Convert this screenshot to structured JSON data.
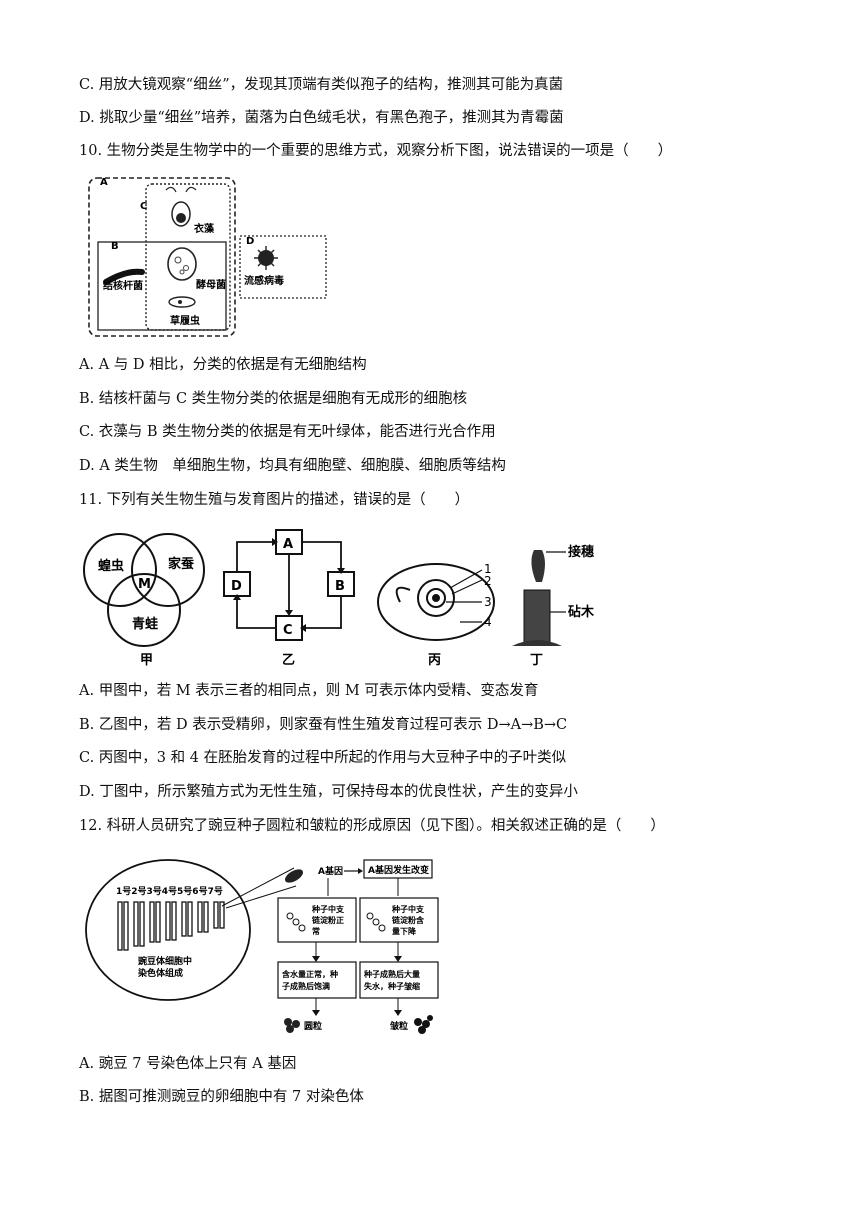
{
  "q9": {
    "option_c": "C. 用放大镜观察“细丝”，发现其顶端有类似孢子的结构，推测其可能为真菌",
    "option_d": "D. 挑取少量“细丝”培养，菌落为白色绒毛状，有黑色孢子，推测其为青霉菌"
  },
  "q10": {
    "stem": "10. 生物分类是生物学中的一个重要的思维方式，观察分析下图，说法错误的一项是（　　）",
    "figure": {
      "label_a": "A",
      "label_b": "B",
      "label_c": "C",
      "label_d": "D",
      "yizao": "衣藻",
      "jiemujun": "酵母菌",
      "jiehe": "结核杆菌",
      "caolvchong": "草履虫",
      "bingdu": "流感病毒"
    },
    "options": [
      "A. A 与 D 相比，分类的依据是有无细胞结构",
      "B.  结核杆菌与 C 类生物分类的依据是细胞有无成形的细胞核",
      "C.  衣藻与 B 类生物分类的依据是有无叶绿体，能否进行光合作用",
      "D. A 类生物　单细胞生物，均具有细胞壁、细胞膜、细胞质等结构"
    ]
  },
  "q11": {
    "stem": "11.  下列有关生物生殖与发育图片的描述，错误的是（　　）",
    "figure": {
      "jia": {
        "c1": "蝗虫",
        "c2": "家蚕",
        "c3": "青蛙",
        "center": "M",
        "caption": "甲"
      },
      "yi": {
        "a": "A",
        "b": "B",
        "c": "C",
        "d": "D",
        "caption": "乙"
      },
      "bing": {
        "n1": "1",
        "n2": "2",
        "n3": "3",
        "n4": "4",
        "caption": "丙"
      },
      "ding": {
        "jiesui": "接穗",
        "zhanmu": "砧木",
        "caption": "丁"
      }
    },
    "options": [
      "A.  甲图中，若 M 表示三者的相同点，则 M 可表示体内受精、变态发育",
      "B.  乙图中，若 D 表示受精卵，则家蚕有性生殖发育过程可表示 D→A→B→C",
      "C.  丙图中，3 和 4 在胚胎发育的过程中所起的作用与大豆种子中的子叶类似",
      "D.  丁图中，所示繁殖方式为无性生殖，可保持母本的优良性状，产生的变异小"
    ]
  },
  "q12": {
    "stem": "12.  科研人员研究了豌豆种子圆粒和皱粒的形成原因（见下图）。相关叙述正确的是（　　）",
    "figure": {
      "chrom_numbers": "1号2号3号4号5号6号7号",
      "cell_caption_1": "豌豆体细胞中",
      "cell_caption_2": "染色体组成",
      "gene_a": "A基因",
      "gene_a_changed": "A基因发生改变",
      "left_box1_l1": "种子中支",
      "left_box1_l2": "链淀粉正",
      "left_box1_l3": "常",
      "right_box1_l1": "种子中支",
      "right_box1_l2": "链淀粉含",
      "right_box1_l3": "量下降",
      "left_box2_l1": "含水量正常，种",
      "left_box2_l2": "子成熟后饱满",
      "right_box2_l1": "种子成熟后大量",
      "right_box2_l2": "失水，种子皱缩",
      "round": "圆粒",
      "wrinkled": "皱粒"
    },
    "options": [
      "A.  豌豆 7 号染色体上只有 A 基因",
      "B.  据图可推测豌豆的卵细胞中有 7 对染色体"
    ]
  }
}
